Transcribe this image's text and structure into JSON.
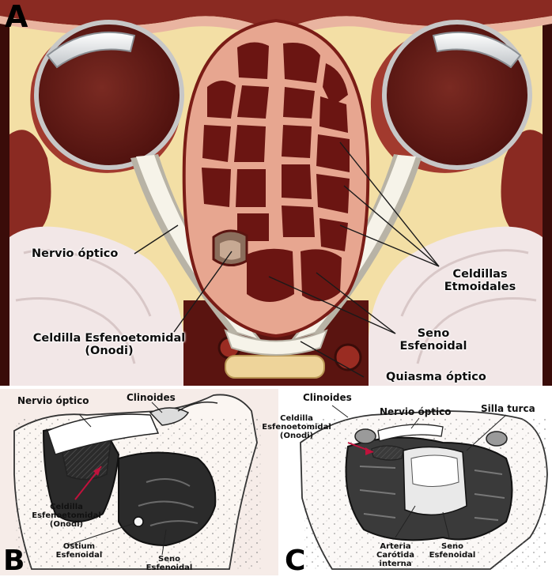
{
  "panels": {
    "a": {
      "letter": "A",
      "labels": {
        "nervio_optico": "Nervio óptico",
        "celdillas_1": "Celdillas",
        "celdillas_2": "Etmoidales",
        "onodi_1": "Celdilla Esfenoetomidal",
        "onodi_2": "(Onodi)",
        "seno_1": "Seno",
        "seno_2": "Esfenoidal",
        "quiasma": "Quiasma óptico"
      }
    },
    "b": {
      "letter": "B",
      "labels": {
        "nervio_optico": "Nervio óptico",
        "clinoides": "Clinoides",
        "onodi_1": "Celdilla",
        "onodi_2": "Esfenoetomidal",
        "onodi_3": "(Onodi)",
        "ostium_1": "Ostium",
        "ostium_2": "Esfenoidal",
        "seno_1": "Seno",
        "seno_2": "Esfenoidal"
      }
    },
    "c": {
      "letter": "C",
      "labels": {
        "clinoides": "Clinoides",
        "onodi_1": "Celdilla",
        "onodi_2": "Esfenoetomidal",
        "onodi_3": "(Onodi)",
        "nervio_optico": "Nervio óptico",
        "silla_turca": "Silla turca",
        "arteria_1": "Arteria",
        "arteria_2": "Carótida",
        "arteria_3": "interna",
        "seno_1": "Seno",
        "seno_2": "Esfenoidal"
      }
    }
  },
  "colors": {
    "bone": "#f3dfa5",
    "brain": "#f2e7e7",
    "mucosa": "#8f2a22",
    "cavity": "#6b1512",
    "optic_nerve": "#f6f3e9",
    "panel_bg": "#f6ece8",
    "sinus_dark": "#2b2b2b",
    "arrow": "#c0123c"
  }
}
